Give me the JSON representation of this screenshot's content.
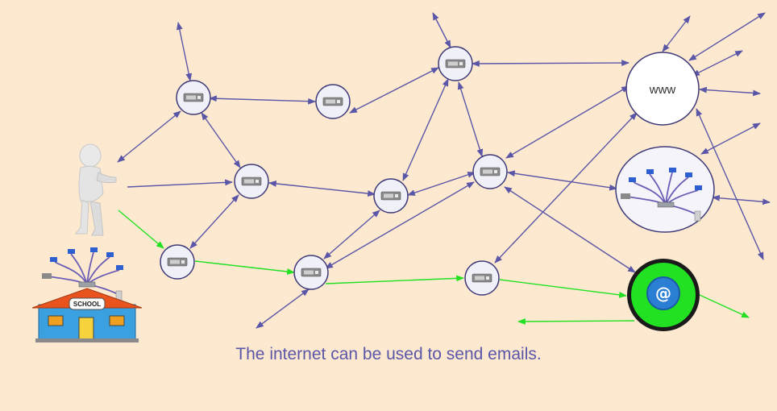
{
  "caption": "The internet can be used to send emails.",
  "www_label": "www",
  "school_sign": "SCHOOL",
  "email_symbol": "@",
  "colors": {
    "background": "#fde9cf",
    "link": "#5a56a8",
    "email_path": "#22e022",
    "email_node_fill": "#22e022",
    "caption_text": "#5a56a8"
  },
  "nodes": [
    {
      "id": "router-a",
      "kind": "router"
    },
    {
      "id": "router-b",
      "kind": "router"
    },
    {
      "id": "router-c",
      "kind": "router"
    },
    {
      "id": "router-d",
      "kind": "router"
    },
    {
      "id": "router-e",
      "kind": "router"
    },
    {
      "id": "router-f",
      "kind": "router"
    },
    {
      "id": "router-g",
      "kind": "router"
    },
    {
      "id": "router-h",
      "kind": "router"
    },
    {
      "id": "router-i",
      "kind": "router"
    },
    {
      "id": "router-j",
      "kind": "router"
    },
    {
      "id": "www-server",
      "kind": "web"
    },
    {
      "id": "office-network",
      "kind": "lan"
    },
    {
      "id": "email-server",
      "kind": "email"
    }
  ],
  "icons": [
    "person-icon",
    "school-building-icon",
    "network-cluster-icon",
    "router-icon",
    "email-at-icon"
  ]
}
